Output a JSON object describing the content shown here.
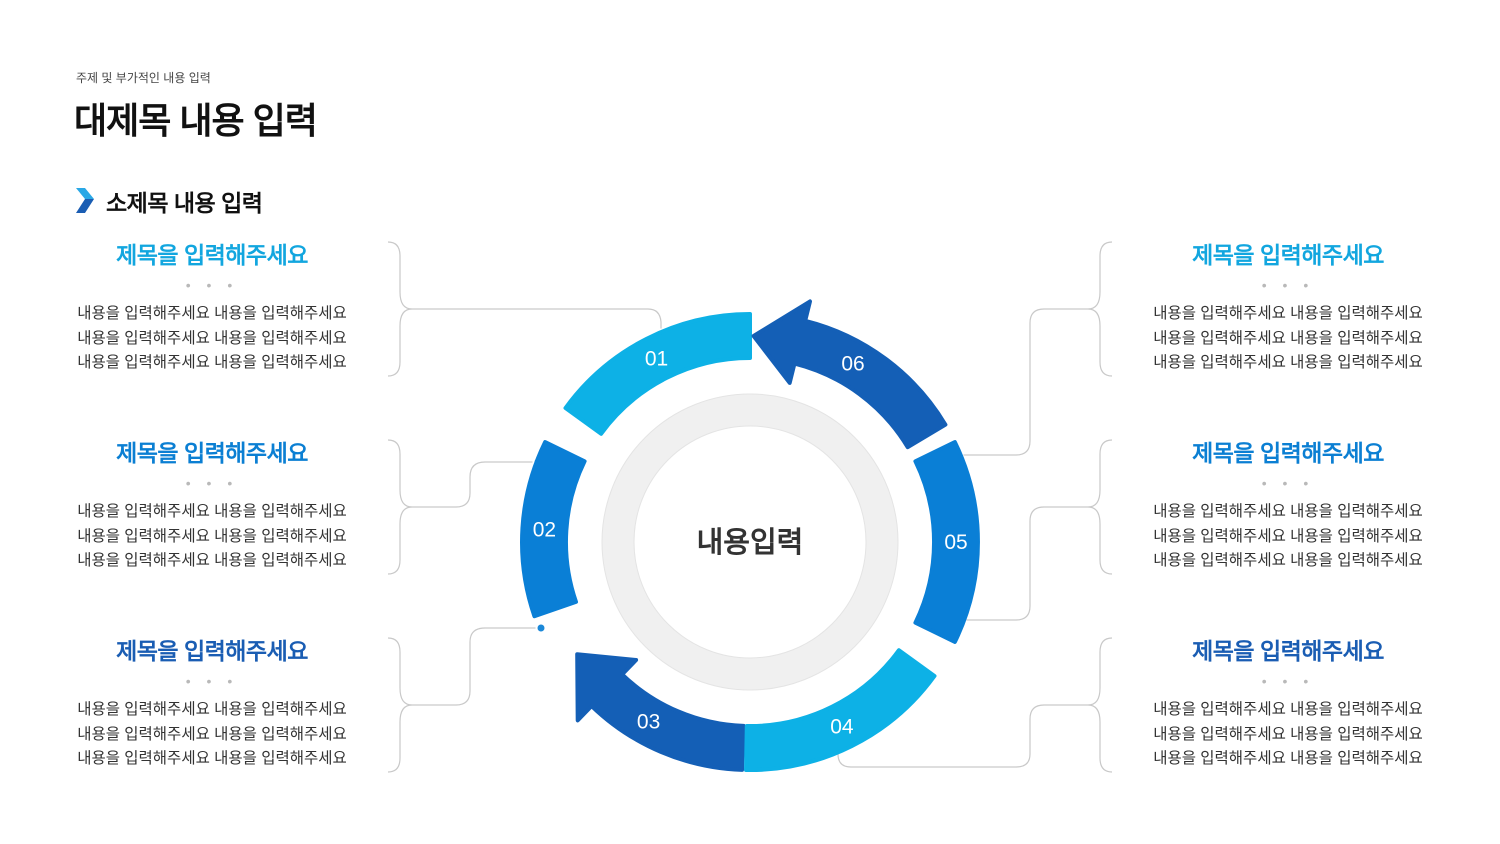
{
  "header": {
    "eyebrow": "주제 및 부가적인 내용 입력",
    "title": "대제목 내용 입력",
    "subtitle": "소제목 내용 입력"
  },
  "center": {
    "label": "내용입력"
  },
  "colors": {
    "light_blue": "#0db1e6",
    "mid_blue": "#0a7fd6",
    "dark_blue": "#145fb6",
    "title_cyan": "#12a6df",
    "title_blue": "#0b7fd3",
    "title_navy": "#1a5db3",
    "ring": "#f0f0f0",
    "connector": "#c9c9c9"
  },
  "segments": [
    {
      "label": "01",
      "color": "light"
    },
    {
      "label": "02",
      "color": "mid"
    },
    {
      "label": "03",
      "color": "dark",
      "arrow": true
    },
    {
      "label": "04",
      "color": "light"
    },
    {
      "label": "05",
      "color": "mid"
    },
    {
      "label": "06",
      "color": "dark",
      "arrow": true
    }
  ],
  "left_blocks": [
    {
      "title": "제목을 입력해주세요",
      "dots": "• • •",
      "lines": [
        "내용을 입력해주세요 내용을 입력해주세요",
        "내용을 입력해주세요 내용을 입력해주세요",
        "내용을 입력해주세요 내용을 입력해주세요"
      ]
    },
    {
      "title": "제목을 입력해주세요",
      "dots": "• • •",
      "lines": [
        "내용을 입력해주세요 내용을 입력해주세요",
        "내용을 입력해주세요 내용을 입력해주세요",
        "내용을 입력해주세요 내용을 입력해주세요"
      ]
    },
    {
      "title": "제목을 입력해주세요",
      "dots": "• • •",
      "lines": [
        "내용을 입력해주세요 내용을 입력해주세요",
        "내용을 입력해주세요 내용을 입력해주세요",
        "내용을 입력해주세요 내용을 입력해주세요"
      ]
    }
  ],
  "right_blocks": [
    {
      "title": "제목을 입력해주세요",
      "dots": "• • •",
      "lines": [
        "내용을 입력해주세요 내용을 입력해주세요",
        "내용을 입력해주세요 내용을 입력해주세요",
        "내용을 입력해주세요 내용을 입력해주세요"
      ]
    },
    {
      "title": "제목을 입력해주세요",
      "dots": "• • •",
      "lines": [
        "내용을 입력해주세요 내용을 입력해주세요",
        "내용을 입력해주세요 내용을 입력해주세요",
        "내용을 입력해주세요 내용을 입력해주세요"
      ]
    },
    {
      "title": "제목을 입력해주세요",
      "dots": "• • •",
      "lines": [
        "내용을 입력해주세요 내용을 입력해주세요",
        "내용을 입력해주세요 내용을 입력해주세요",
        "내용을 입력해주세요 내용을 입력해주세요"
      ]
    }
  ]
}
